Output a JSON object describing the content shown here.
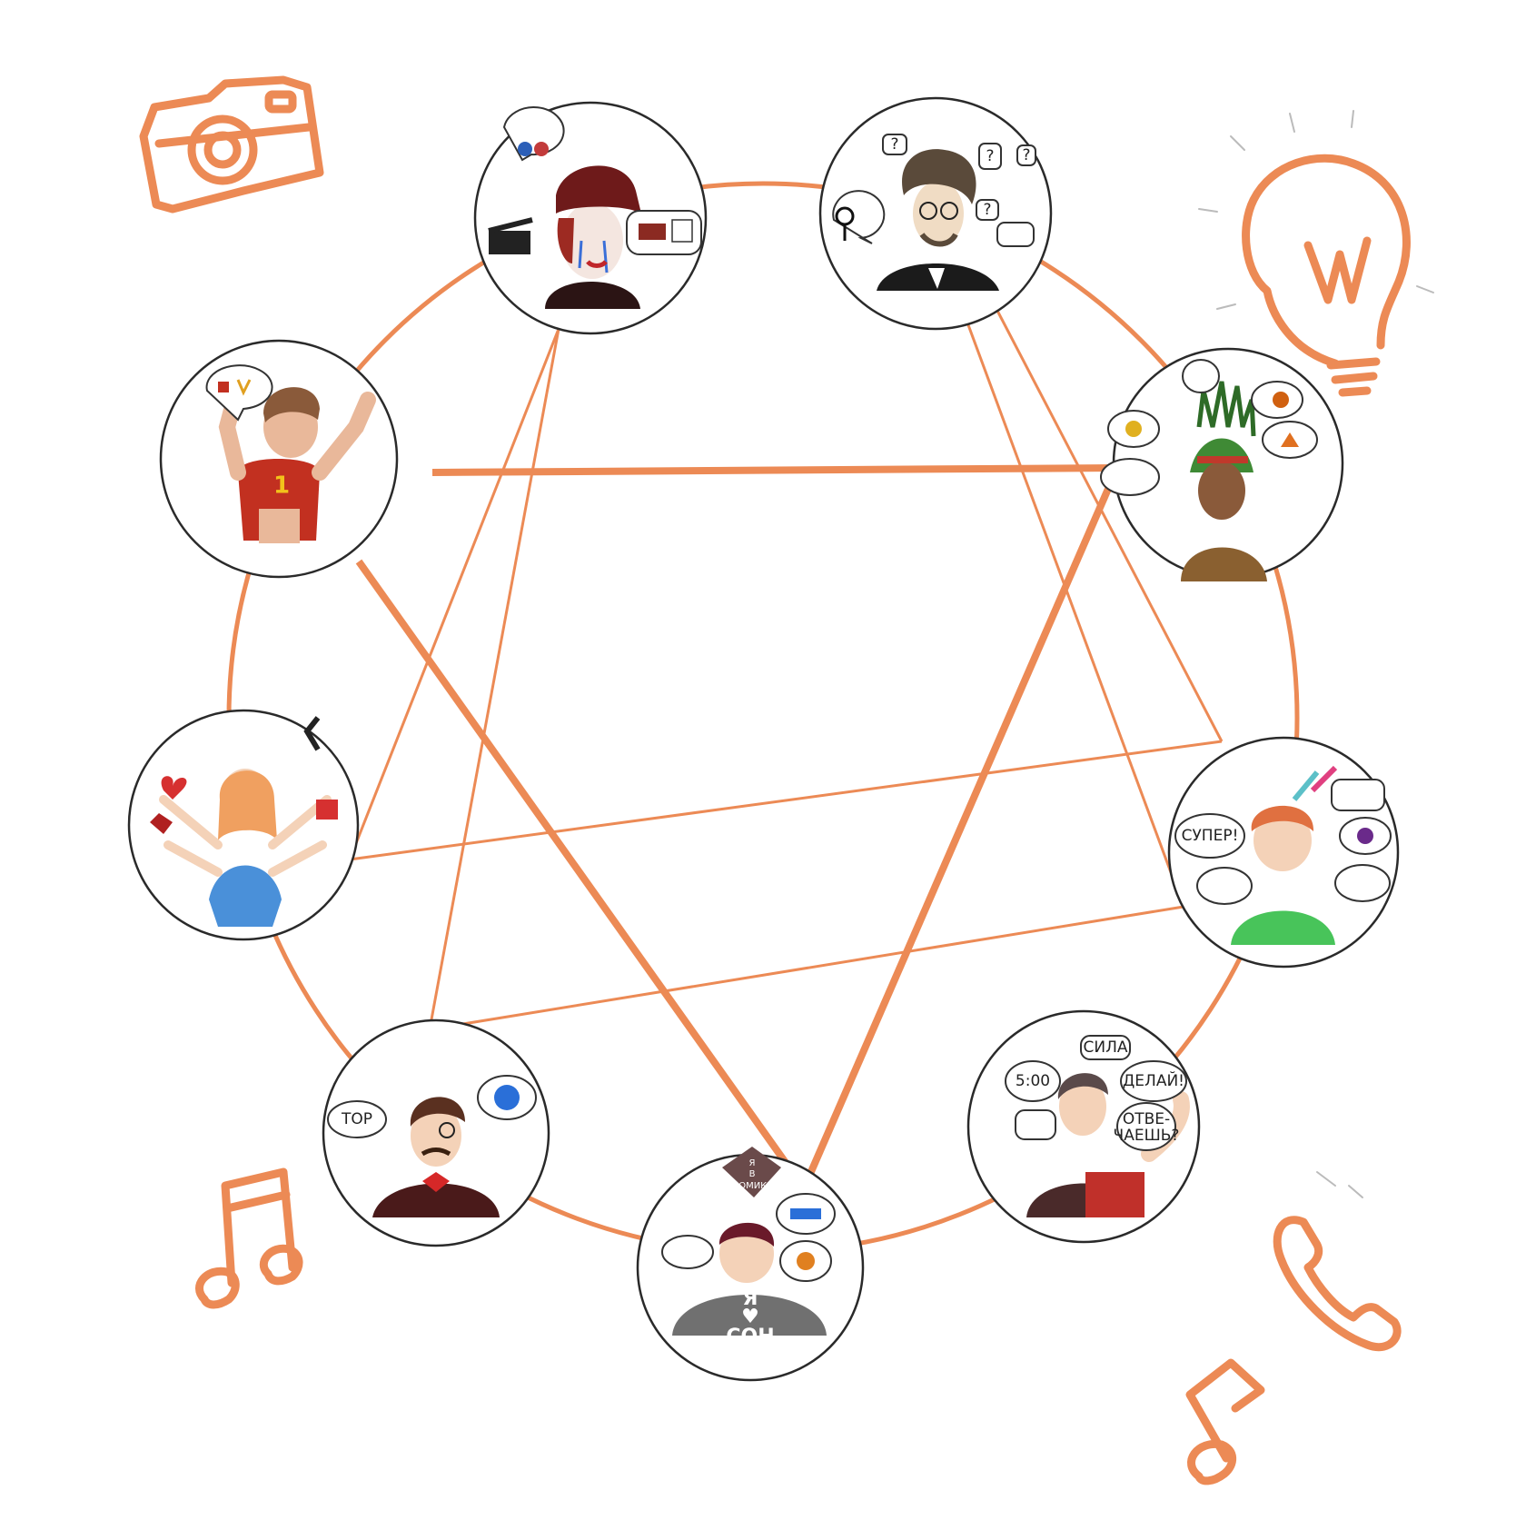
{
  "colors": {
    "accent": "#ec8a55",
    "accent_dark": "#e47a3f",
    "outline": "#2a2a2a"
  },
  "decorations": [
    {
      "name": "camera-icon"
    },
    {
      "name": "lightbulb-icon"
    },
    {
      "name": "music-note-icon"
    },
    {
      "name": "music-note-icon"
    },
    {
      "name": "phone-handset-icon"
    }
  ],
  "nodes": [
    {
      "id": "actress",
      "icon": "crying-actress-portrait"
    },
    {
      "id": "scientist",
      "icon": "curly-scientist-portrait"
    },
    {
      "id": "athlete",
      "icon": "athlete-victory-portrait"
    },
    {
      "id": "nature",
      "icon": "grass-head-portrait"
    },
    {
      "id": "helper",
      "icon": "multi-armed-woman-portrait"
    },
    {
      "id": "joyful",
      "icon": "feather-boy-portrait"
    },
    {
      "id": "gentleman",
      "icon": "monocle-gentleman-portrait"
    },
    {
      "id": "sleeper",
      "icon": "sleepy-boy-portrait"
    },
    {
      "id": "strongman",
      "icon": "half-muscle-man-portrait"
    }
  ],
  "labels": {
    "joyful_bubble": "СУПЕР!",
    "strong_time": "5:00",
    "strong_power": "СИЛА",
    "strong_do": "ДЕЛАЙ!",
    "strong_answer_1": "ОТВЕ-",
    "strong_answer_2": "ЧАЕШЬ?",
    "sleeper_shirt_1": "Я",
    "sleeper_shirt_2": "♥",
    "sleeper_shirt_3": "СОН",
    "sleeper_hat_1": "Я",
    "sleeper_hat_2": "В",
    "sleeper_hat_3": "ДОМИКЕ",
    "gentleman_bubble": "TOP",
    "athlete_number": "1"
  }
}
